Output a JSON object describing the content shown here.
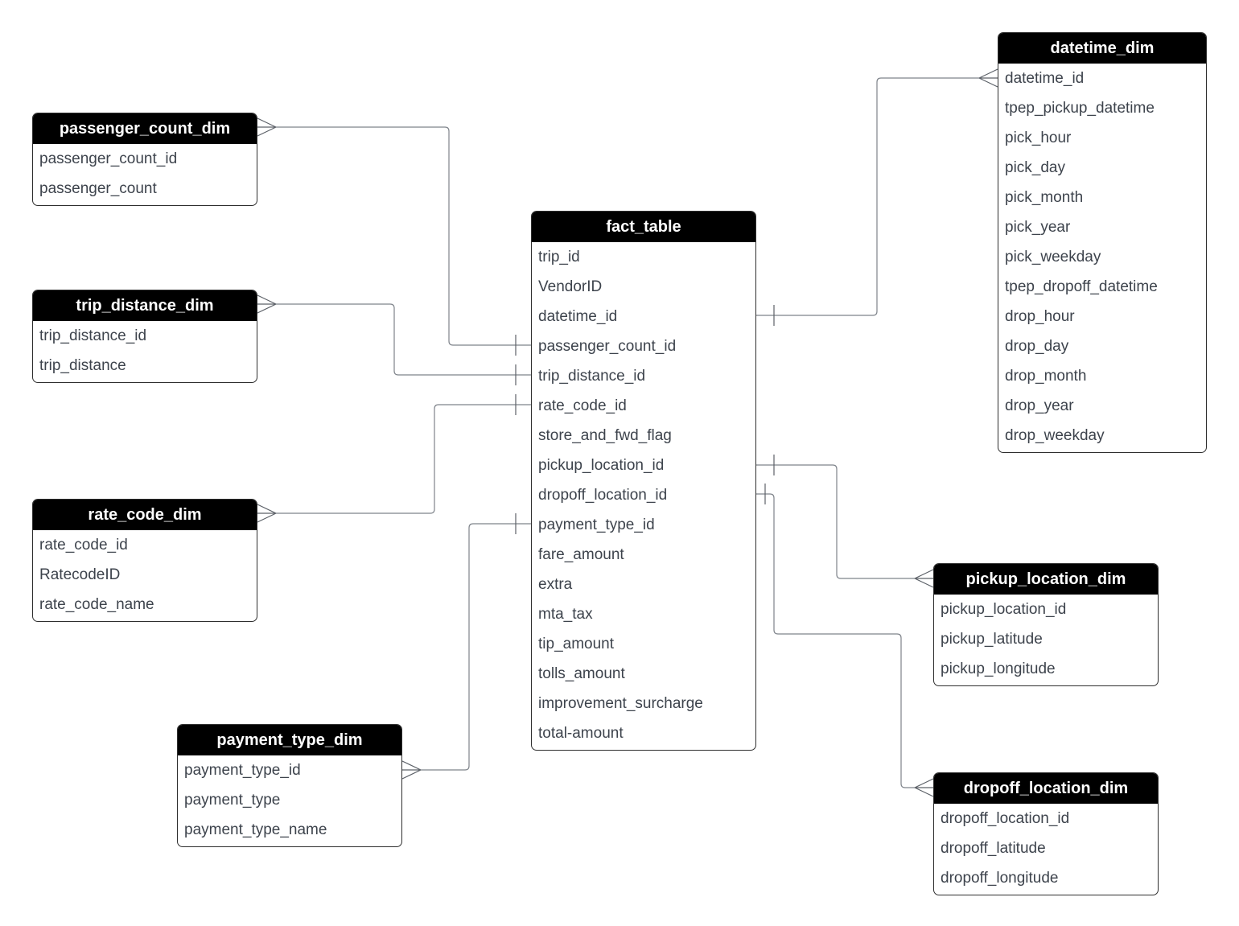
{
  "diagram": {
    "kind": "star-schema-er-diagram",
    "colors": {
      "canvas_bg": "#ffffff",
      "header_bg": "#000000",
      "header_text": "#ffffff",
      "field_text": "#3d434c",
      "box_border": "#2e2e2e",
      "connector": "#7e838a"
    },
    "entities": [
      {
        "name": "passenger_count_dim",
        "fields": [
          "passenger_count_id",
          "passenger_count"
        ]
      },
      {
        "name": "trip_distance_dim",
        "fields": [
          "trip_distance_id",
          "trip_distance"
        ]
      },
      {
        "name": "rate_code_dim",
        "fields": [
          "rate_code_id",
          "RatecodeID",
          "rate_code_name"
        ]
      },
      {
        "name": "payment_type_dim",
        "fields": [
          "payment_type_id",
          "payment_type",
          "payment_type_name"
        ]
      },
      {
        "name": "fact_table",
        "fields": [
          "trip_id",
          "VendorID",
          "datetime_id",
          "passenger_count_id",
          "trip_distance_id",
          "rate_code_id",
          "store_and_fwd_flag",
          "pickup_location_id",
          "dropoff_location_id",
          "payment_type_id",
          "fare_amount",
          "extra",
          "mta_tax",
          "tip_amount",
          "tolls_amount",
          "improvement_surcharge",
          "total-amount"
        ]
      },
      {
        "name": "datetime_dim",
        "fields": [
          "datetime_id",
          "tpep_pickup_datetime",
          "pick_hour",
          "pick_day",
          "pick_month",
          "pick_year",
          "pick_weekday",
          "tpep_dropoff_datetime",
          "drop_hour",
          "drop_day",
          "drop_month",
          "drop_year",
          "drop_weekday"
        ]
      },
      {
        "name": "pickup_location_dim",
        "fields": [
          "pickup_location_id",
          "pickup_latitude",
          "pickup_longitude"
        ]
      },
      {
        "name": "dropoff_location_dim",
        "fields": [
          "dropoff_location_id",
          "dropoff_latitude",
          "dropoff_longitude"
        ]
      }
    ],
    "relations": [
      {
        "from": "fact_table.passenger_count_id",
        "to": "passenger_count_dim",
        "from_cardinality": "one",
        "to_cardinality": "many"
      },
      {
        "from": "fact_table.trip_distance_id",
        "to": "trip_distance_dim",
        "from_cardinality": "one",
        "to_cardinality": "many"
      },
      {
        "from": "fact_table.rate_code_id",
        "to": "rate_code_dim",
        "from_cardinality": "one",
        "to_cardinality": "many"
      },
      {
        "from": "fact_table.payment_type_id",
        "to": "payment_type_dim.payment_type_id",
        "from_cardinality": "one",
        "to_cardinality": "many"
      },
      {
        "from": "fact_table.datetime_id",
        "to": "datetime_dim.datetime_id",
        "from_cardinality": "one",
        "to_cardinality": "many"
      },
      {
        "from": "fact_table.pickup_location_id",
        "to": "pickup_location_dim",
        "from_cardinality": "one",
        "to_cardinality": "many"
      },
      {
        "from": "fact_table.dropoff_location_id",
        "to": "dropoff_location_dim",
        "from_cardinality": "one",
        "to_cardinality": "many"
      }
    ]
  }
}
